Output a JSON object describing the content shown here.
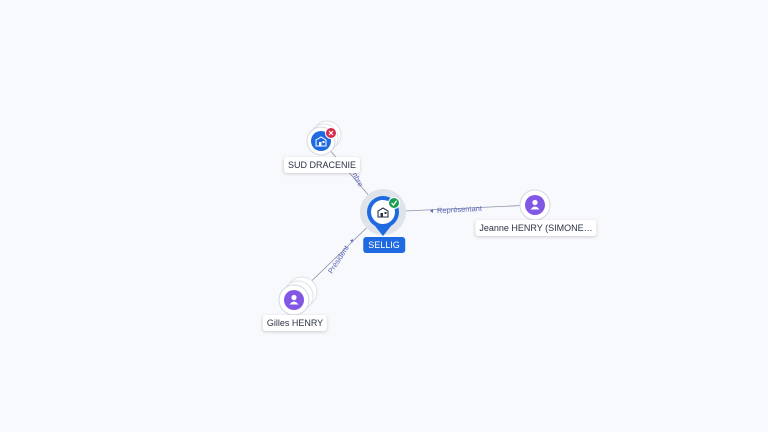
{
  "nodes": {
    "main": {
      "label": "SELLIG",
      "icon": "company-icon",
      "status": "active",
      "color": "#1f6ae0"
    },
    "sud_dracenie": {
      "label": "SUD DRACENIE",
      "icon": "company-icon",
      "status": "closed",
      "color": "#1f6ae0"
    },
    "jeanne": {
      "label": "Jeanne HENRY (SIMONE…",
      "icon": "person-icon",
      "color": "#8257e6"
    },
    "gilles": {
      "label": "Gilles HENRY",
      "icon": "person-icon",
      "color": "#8257e6"
    }
  },
  "edges": {
    "membre": "Membre",
    "representant": "Représentant",
    "president": "Président"
  },
  "colors": {
    "line": "#8a94a6",
    "edge_label": "#5a66b8",
    "active": "#1f9d55",
    "closed": "#d62a4a"
  }
}
